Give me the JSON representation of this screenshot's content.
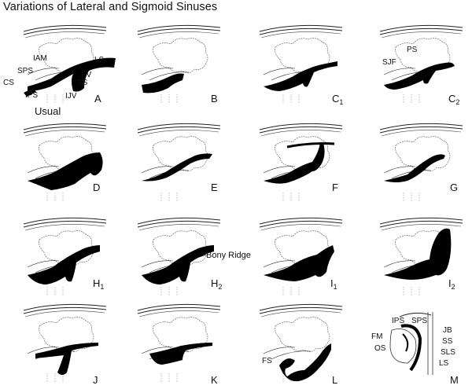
{
  "title": "Variations of Lateral and Sigmoid Sinuses",
  "usual_label": "Usual",
  "bony_ridge_label": "Bony Ridge",
  "panels": [
    {
      "letter": "A",
      "sub": ""
    },
    {
      "letter": "B",
      "sub": ""
    },
    {
      "letter": "C",
      "sub": "1"
    },
    {
      "letter": "C",
      "sub": "2"
    },
    {
      "letter": "D",
      "sub": ""
    },
    {
      "letter": "E",
      "sub": ""
    },
    {
      "letter": "F",
      "sub": ""
    },
    {
      "letter": "G",
      "sub": ""
    },
    {
      "letter": "H",
      "sub": "1"
    },
    {
      "letter": "H",
      "sub": "2"
    },
    {
      "letter": "I",
      "sub": "1"
    },
    {
      "letter": "I",
      "sub": "2"
    },
    {
      "letter": "J",
      "sub": ""
    },
    {
      "letter": "K",
      "sub": ""
    },
    {
      "letter": "L",
      "sub": ""
    },
    {
      "letter": "M",
      "sub": ""
    }
  ],
  "annotations_a": {
    "iam": "IAM",
    "ls": "LS",
    "sps": "SPS",
    "ev": "EV",
    "cs": "CS",
    "ss": "SS",
    "ips": "IPS",
    "ijv": "IJV"
  },
  "annotations_c2": {
    "sjf": "SJF",
    "ps": "PS"
  },
  "annotations_l": {
    "fs": "FS"
  },
  "annotations_m": {
    "ips": "IPS",
    "sps": "SPS",
    "jb": "JB",
    "fm": "FM",
    "ss": "SS",
    "os": "OS",
    "sls": "SLS",
    "ls": "LS"
  }
}
